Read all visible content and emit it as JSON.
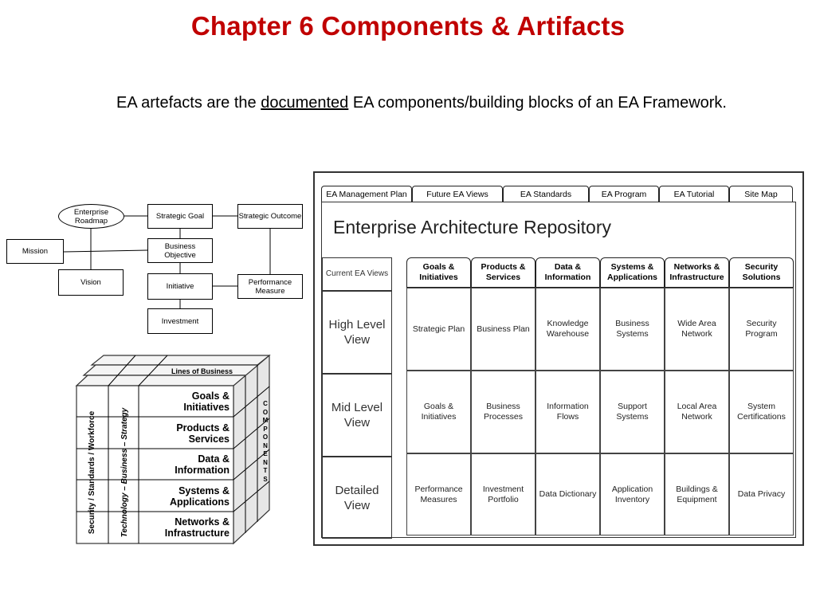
{
  "slide": {
    "title": "Chapter 6 Components & Artifacts",
    "subtitle_pre": "EA artefacts are the ",
    "subtitle_underlined": "documented",
    "subtitle_post": " EA components/building blocks of an EA Framework."
  },
  "flow": {
    "enterprise_roadmap": "Enterprise Roadmap",
    "strategic_goal": "Strategic Goal",
    "strategic_outcome": "Strategic Outcome",
    "mission": "Mission",
    "business_objective": "Business Objective",
    "vision": "Vision",
    "initiative": "Initiative",
    "performance_measure": "Performance Measure",
    "investment": "Investment"
  },
  "cube": {
    "top": "Lines of Business",
    "rows": [
      "Goals & Initiatives",
      "Products & Services",
      "Data & Information",
      "Systems & Applications",
      "Networks & Infrastructure"
    ],
    "left_side": "Security / Standards / Workforce",
    "middle_side": "Technology – Business – Strategy",
    "right_side": "COMPONENTS"
  },
  "repository": {
    "tabs": [
      "EA Management Plan",
      "Future EA Views",
      "EA Standards",
      "EA Program",
      "EA Tutorial",
      "Site Map"
    ],
    "title": "Enterprise Architecture Repository",
    "corner": "Current EA Views",
    "columns": [
      "Goals & Initiatives",
      "Products & Services",
      "Data & Information",
      "Systems & Applications",
      "Networks & Infrastructure",
      "Security Solutions"
    ],
    "rows": [
      {
        "label": "High Level View",
        "cells": [
          "Strategic Plan",
          "Business Plan",
          "Knowledge Warehouse",
          "Business Systems",
          "Wide Area Network",
          "Security Program"
        ]
      },
      {
        "label": "Mid Level View",
        "cells": [
          "Goals & Initiatives",
          "Business Processes",
          "Information Flows",
          "Support Systems",
          "Local Area Network",
          "System Certifications"
        ]
      },
      {
        "label": "Detailed View",
        "cells": [
          "Performance Measures",
          "Investment Portfolio",
          "Data Dictionary",
          "Application Inventory",
          "Buildings & Equipment",
          "Data Privacy"
        ]
      }
    ]
  }
}
